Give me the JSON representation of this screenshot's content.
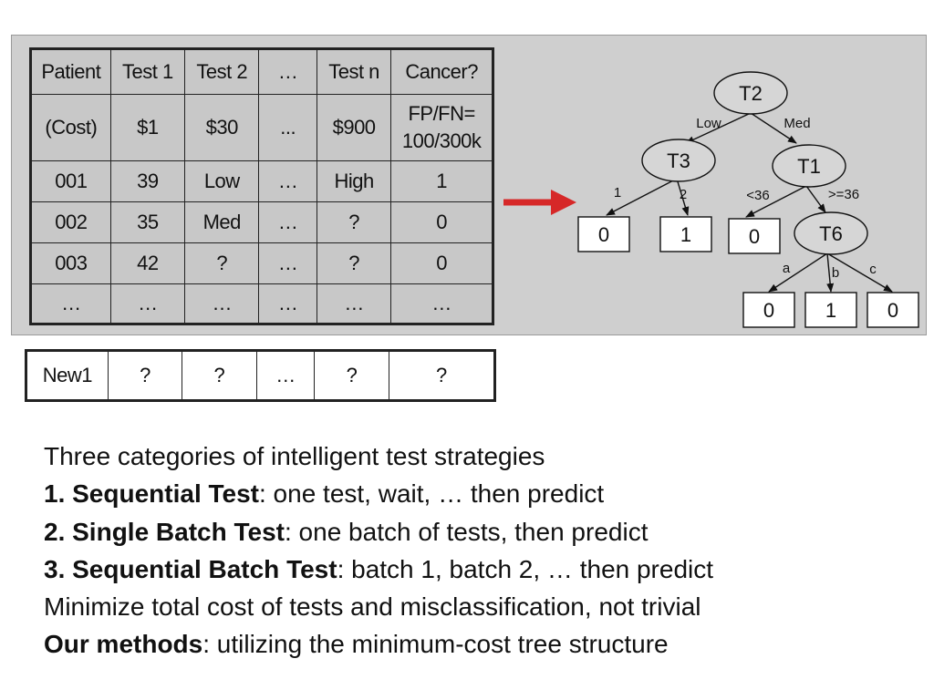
{
  "table": {
    "header": [
      "Patient",
      "Test 1",
      "Test 2",
      "…",
      "Test n",
      "Cancer?"
    ],
    "cost_row": [
      "(Cost)",
      "$1",
      "$30",
      "...",
      "$900",
      "FP/FN=",
      "100/300k"
    ],
    "rows": [
      [
        "001",
        "39",
        "Low",
        "…",
        "High",
        "1"
      ],
      [
        "002",
        "35",
        "Med",
        "…",
        "?",
        "0"
      ],
      [
        "003",
        "42",
        "?",
        "…",
        "?",
        "0"
      ],
      [
        "…",
        "…",
        "…",
        "…",
        "…",
        "…"
      ]
    ]
  },
  "new_row": [
    "New1",
    "?",
    "?",
    "…",
    "?",
    "?"
  ],
  "tree": {
    "nodes": {
      "t2": "T2",
      "t3": "T3",
      "t1": "T1",
      "t6": "T6"
    },
    "edges": {
      "low": "Low",
      "med": "Med",
      "one": "1",
      "two": "2",
      "lt36": "<36",
      "ge36": ">=36",
      "a": "a",
      "b": "b",
      "c": "c"
    },
    "leaves": {
      "l1": "0",
      "l2": "1",
      "l3": "0",
      "l4": "0",
      "l5": "1",
      "l6": "0"
    }
  },
  "colors": {
    "panel": "#cfcfcf",
    "arrow": "#d62828",
    "node": "#d6d6d6"
  },
  "text": {
    "intro": "Three categories of intelligent test strategies",
    "item1_bold": "1. Sequential Test",
    "item1_rest": ": one test, wait, … then predict",
    "item2_bold": "2. Single Batch Test",
    "item2_rest": ": one batch of tests, then predict",
    "item3_bold": "3. Sequential Batch Test",
    "item3_rest": ": batch 1, batch 2, … then predict",
    "line5": "Minimize total cost of tests and misclassification, not trivial",
    "methods_bold": "Our methods",
    "methods_rest": ": utilizing the minimum-cost tree structure"
  }
}
